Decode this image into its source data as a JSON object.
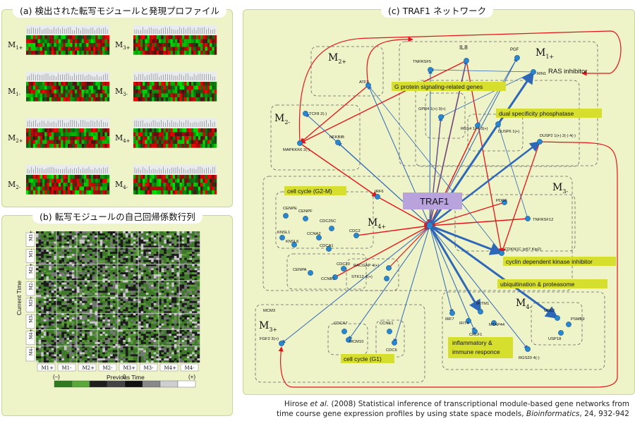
{
  "panels": {
    "a_title": "(a) 検出された転写モジュールと発現プロファイル",
    "b_title": "(b) 転写モジュールの自己回帰係数行列",
    "c_title": "(c) TRAF1 ネットワーク"
  },
  "panel_a": {
    "module_labels": [
      "M1+",
      "M1-",
      "M2+",
      "M2-",
      "M3+",
      "M3-",
      "M4+",
      "M4-"
    ]
  },
  "panel_b": {
    "row_labels": [
      "M1+",
      "M1-",
      "M2+",
      "M2-",
      "M3+",
      "M3-",
      "M4+",
      "M4-"
    ],
    "col_labels": [
      "M1+",
      "M1-",
      "M2+",
      "M2-",
      "M3+",
      "M3-",
      "M4+",
      "M4-"
    ],
    "ylabel": "Current Time",
    "xlabel": "Previous Time",
    "colorbar": {
      "left": "(–)",
      "mid": "0",
      "right": "(+)"
    }
  },
  "network": {
    "hub": "TRAF1",
    "modules": [
      "M1+",
      "M2+",
      "M2-",
      "M3+",
      "M3-",
      "M4+",
      "M4-"
    ],
    "annotations": [
      "RAS inhibitor",
      "G protein signaling-related genes",
      "dual specificity phosphatase",
      "cell cycle (G2-M)",
      "cyclin dependent kinase inhibitor",
      "ubiquitination & proteasome",
      "inflammatory & immune responce",
      "cell cycle (G1)"
    ],
    "genes": [
      "IL8",
      "PGF",
      "TNFRSF5",
      "RIN1",
      "ATF3",
      "TCF8 2(-)",
      "MAPKKK6 2(-)",
      "NFKBIB",
      "GPR4 1(+) 3(+)",
      "RGS4 1(+) 3(+)",
      "DUSP6 1(+)",
      "DUSP2 1(+) 2(-) 4(-)",
      "IRF6",
      "PDGF",
      "TNFRSF12",
      "CENPE",
      "CENPF",
      "CDC25C",
      "CCNA2",
      "CDC2",
      "KNSL1",
      "KNSL6",
      "CDCA1",
      "CDC20",
      "CENPA",
      "CCNB1",
      "RACGAP 4(+)",
      "STK12 4(+)",
      "CDKN1C (p57 Kip2)",
      "MCM3",
      "FGF2 3(+)",
      "CDCA7",
      "MCM10",
      "CCNE1",
      "CDC6",
      "IRF7",
      "IFITM1",
      "IFIT4",
      "MTAP44",
      "CRLF1",
      "UBE2",
      "PSMB9",
      "USP18",
      "RGS20 4(-)"
    ]
  },
  "citation": {
    "line1_a": "Hirose ",
    "line1_b": "et al.",
    "line1_c": " (2008) Statistical inference of transcriptional module-based gene networks from",
    "line2_a": "time course gene expression profiles by using state space models, ",
    "line2_b": "Bioinformatics",
    "line2_c": ", 24, 932-942"
  },
  "colors": {
    "panel_bg": "#eef3c8",
    "label_box": "#d6df2e",
    "hub_box": "#b9a3dc",
    "red_edge": "#e3141b",
    "blue_edge": "#2f67b8",
    "node": "#2a87cf"
  }
}
